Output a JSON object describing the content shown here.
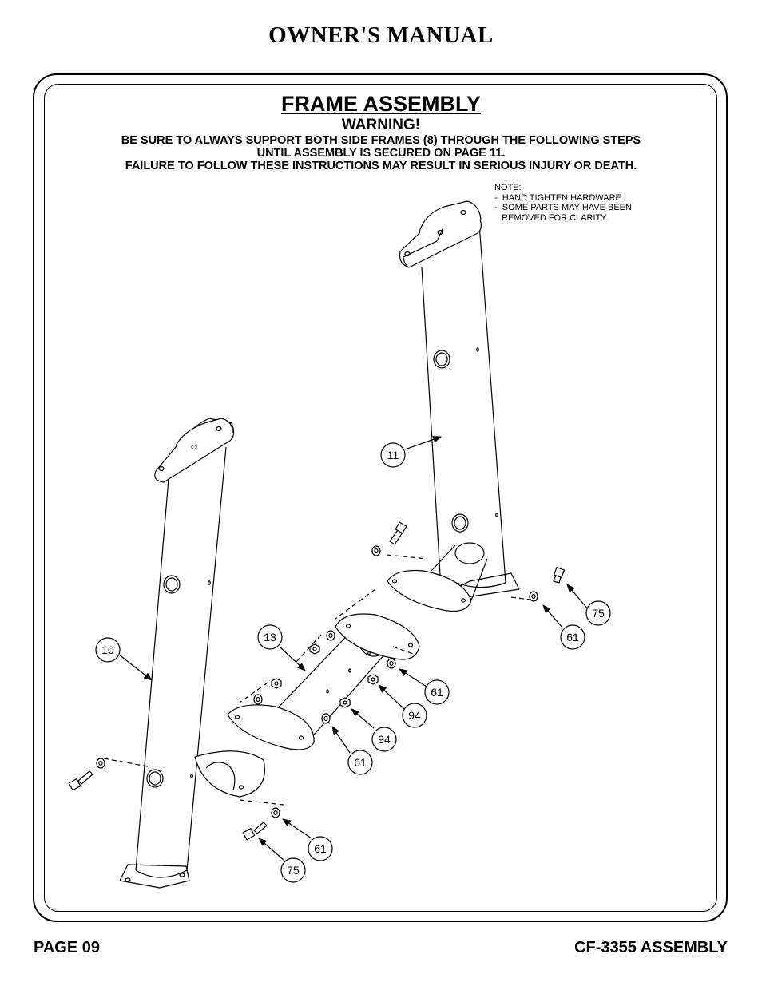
{
  "header": {
    "title": "OWNER'S MANUAL"
  },
  "section": {
    "title": "FRAME ASSEMBLY",
    "warning_title": "WARNING!",
    "warning_lines": [
      "BE SURE TO ALWAYS SUPPORT BOTH SIDE FRAMES (8) THROUGH THE FOLLOWING STEPS",
      "UNTIL ASSEMBLY IS SECURED ON PAGE 11.",
      "FAILURE TO FOLLOW THESE INSTRUCTIONS MAY RESULT IN SERIOUS INJURY OR DEATH."
    ]
  },
  "note": {
    "heading": "NOTE:",
    "lines": [
      "-  HAND TIGHTEN HARDWARE.",
      "-  SOME PARTS MAY HAVE BEEN",
      "   REMOVED FOR CLARITY."
    ]
  },
  "callouts": {
    "c11": "11",
    "c10": "10",
    "c13": "13",
    "c75a": "75",
    "c61a": "61",
    "c61b": "61",
    "c94a": "94",
    "c94b": "94",
    "c61c": "61",
    "c61d": "61",
    "c75b": "75"
  },
  "footer": {
    "page": "PAGE 09",
    "model": "CF-3355 ASSEMBLY"
  }
}
